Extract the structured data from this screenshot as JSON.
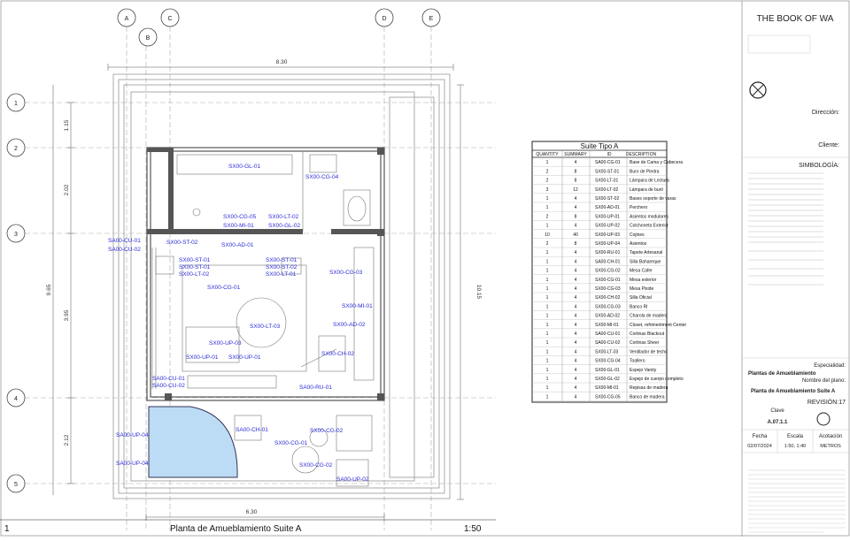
{
  "sheet": {
    "number": "1",
    "view_title": "Planta de Amueblamiento Suite A",
    "scale": "1:50"
  },
  "grid": {
    "columns": [
      "A",
      "B",
      "C",
      "D",
      "E"
    ],
    "rows": [
      "1",
      "2",
      "3",
      "4",
      "5"
    ]
  },
  "dimensions": {
    "top": "8.30",
    "bottom": "6.30",
    "right": "10.15",
    "left_total": "9.65",
    "left_segments": [
      "1.15",
      "2.02",
      "3.95",
      "2.12"
    ]
  },
  "tags": [
    "SX00-GL-01",
    "SX00-CG-04",
    "SX00-CG-05",
    "SX00-MI-01",
    "SX00-LT-02",
    "SX00-GL-02",
    "SA00-CU-01",
    "SA00-CU-02",
    "SX00-ST-02",
    "SX00-AD-01",
    "SX00-ST-01",
    "SX00-ST-01",
    "SX00-LT-02",
    "SX00-ST-01",
    "SX00-ST-02",
    "SX00-LT-01",
    "SX00-CG-03",
    "SX00-CG-01",
    "SX00-MI-01",
    "SX00-LT-03",
    "SX00-AD-02",
    "SX00-UP-03",
    "SX00-CH-02",
    "SX00-UP-01",
    "SX00-UP-01",
    "SA00-CU-01",
    "SA00-CU-02",
    "SA00-RU-01",
    "SA00-UP-04",
    "SA00-CH-01",
    "SX00-CG-02",
    "SX00-CG-01",
    "SA00-UP-04",
    "SX00-CG-02",
    "SA00-UP-02"
  ],
  "schedule": {
    "title": "Suite Tipo A",
    "headers": [
      "QUANTITY",
      "SUMMARY",
      "ID",
      "DESCRIPTION"
    ],
    "rows": [
      [
        "1",
        "4",
        "SA00-CG-01",
        "Base de Cama y Cabecera"
      ],
      [
        "2",
        "8",
        "SX00-ST-01",
        "Buro de Piedra"
      ],
      [
        "2",
        "8",
        "SX00-LT-01",
        "Lámpara de Lectura"
      ],
      [
        "3",
        "12",
        "SX00-LT-02",
        "Lámpara de buró"
      ],
      [
        "1",
        "4",
        "SX00-ST-02",
        "Bases soporte de varas"
      ],
      [
        "1",
        "4",
        "SX00-AD-01",
        "Perchero"
      ],
      [
        "2",
        "8",
        "SX00-UP-01",
        "Asientos modulares"
      ],
      [
        "1",
        "4",
        "SX00-UP-02",
        "Colchoneta Exterior"
      ],
      [
        "10",
        "40",
        "SX00-UP-03",
        "Cojines"
      ],
      [
        "2",
        "8",
        "SX00-UP-04",
        "Asientos"
      ],
      [
        "1",
        "4",
        "SX00-RU-01",
        "Tapete Artesanal"
      ],
      [
        "1",
        "4",
        "SA00-CH-01",
        "Silla Bahareque"
      ],
      [
        "1",
        "4",
        "SX00-CG-02",
        "Mesa Cafer"
      ],
      [
        "1",
        "4",
        "SX00-CG-01",
        "Mesa exterior"
      ],
      [
        "1",
        "4",
        "SX00-CG-03",
        "Mesa Pixide"
      ],
      [
        "1",
        "4",
        "SX00-CH-02",
        "Silla Oficial"
      ],
      [
        "1",
        "4",
        "SX00-CG-03",
        "Banco RI"
      ],
      [
        "1",
        "4",
        "SX00-AD-02",
        "Charola de madera"
      ],
      [
        "1",
        "4",
        "SX00-MI-01",
        "Closet, refrimentment Center"
      ],
      [
        "1",
        "4",
        "SA00-CU-01",
        "Cortinas Blackout"
      ],
      [
        "1",
        "4",
        "SA00-CU-02",
        "Cortinas Sheer"
      ],
      [
        "1",
        "4",
        "SX00-LT-03",
        "Ventilador de techo"
      ],
      [
        "1",
        "4",
        "SX00-CG-04",
        "Toallero"
      ],
      [
        "1",
        "4",
        "SX00-GL-01",
        "Espejo Vanity"
      ],
      [
        "1",
        "4",
        "SX00-GL-02",
        "Espejo de cuerpo completo"
      ],
      [
        "1",
        "4",
        "SX00-MI-01",
        "Repisas de madera"
      ],
      [
        "1",
        "4",
        "SX00-CG-05",
        "Banco de madera"
      ]
    ]
  },
  "titleblock": {
    "company": "THE BOOK OF WA",
    "direccion_label": "Dirección:",
    "cliente_label": "Cliente:",
    "simbologia_label": "SIMBOLOGÍA:",
    "especialidad_label": "Especialidad:",
    "especialidad_value": "Plantas de Amueblamiento",
    "nombre_label": "Nombre del plano:",
    "nombre_value": "Planta de Amueblamiento Suite A",
    "revision": "REVISIÓN:17",
    "clave_label": "Clave",
    "clave_value": "A.07.1.1",
    "fecha_label": "Fecha",
    "fecha_value": "02/07/2024",
    "escala_label": "Escala",
    "escala_value": "1:50, 1:40",
    "acotacion_label": "Acotación",
    "acotacion_value": "METROS"
  }
}
